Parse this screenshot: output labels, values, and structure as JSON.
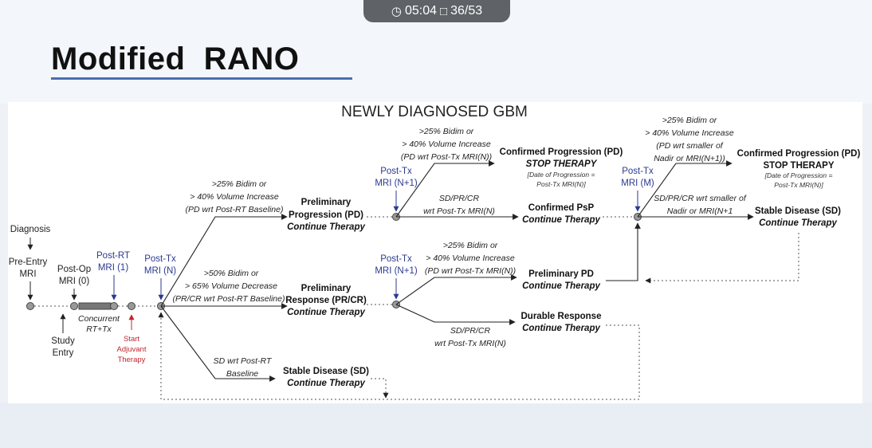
{
  "timer": {
    "time": "05:04",
    "slide_counter": "36/53"
  },
  "slide": {
    "title": "Modified  RANO"
  },
  "diagram": {
    "heading": "NEWLY DIAGNOSED GBM",
    "timeline": {
      "diagnosis": "Diagnosis",
      "pre_entry": [
        "Pre-Entry",
        "MRI"
      ],
      "post_op": [
        "Post-Op",
        "MRI (0)"
      ],
      "post_rt": [
        "Post-RT",
        "MRI (1)"
      ],
      "post_tx_n": [
        "Post-Tx",
        "MRI (N)"
      ],
      "concurrent": [
        "Concurrent",
        "RT+Tx"
      ],
      "study_entry": [
        "Study",
        "Entry"
      ],
      "start_adjuvant": [
        "Start",
        "Adjuvant",
        "Therapy"
      ]
    },
    "branches": {
      "pd_criteria": [
        ">25% Bidim or",
        "> 40% Volume Increase",
        "(PD wrt Post-RT Baseline)"
      ],
      "response_criteria": [
        ">50% Bidim or",
        "> 65% Volume Decrease",
        "(PR/CR wrt Post-RT Baseline)"
      ],
      "sd_criteria": [
        "SD wrt Post-RT",
        "Baseline"
      ]
    },
    "outcomes": {
      "prelim_progression": [
        "Preliminary",
        "Progression (PD)",
        "Continue Therapy"
      ],
      "prelim_response": [
        "Preliminary",
        "Response (PR/CR)",
        "Continue Therapy"
      ],
      "stable_disease_1": [
        "Stable Disease (SD)",
        "Continue Therapy"
      ],
      "post_tx_n1_upper": [
        "Post-Tx",
        "MRI (N+1)"
      ],
      "post_tx_n1_lower": [
        "Post-Tx",
        "MRI (N+1)"
      ],
      "upper_pd_criteria": [
        ">25% Bidim or",
        "> 40% Volume Increase",
        "(PD wrt Post-Tx MRI(N))"
      ],
      "confirmed_progression_1": [
        "Confirmed Progression (PD)",
        "STOP THERAPY",
        "[Date of Progression =",
        "Post-Tx MRI(N)]"
      ],
      "sd_pr_cr_upper": [
        "SD/PR/CR",
        "wrt Post-Tx MRI(N)"
      ],
      "confirmed_psp": [
        "Confirmed PsP",
        "Continue Therapy"
      ],
      "lower_pd_criteria": [
        ">25% Bidim or",
        "> 40% Volume Increase",
        "(PD wrt Post-Tx MRI(N))"
      ],
      "prelim_pd": [
        "Preliminary PD",
        "Continue Therapy"
      ],
      "sd_pr_cr_lower": [
        "SD/PR/CR",
        "wrt Post-Tx MRI(N)"
      ],
      "durable_response": [
        "Durable Response",
        "Continue Therapy"
      ],
      "post_tx_m": [
        "Post-Tx",
        "MRI (M)"
      ],
      "m_pd_criteria": [
        ">25% Bidim or",
        "> 40% Volume Increase",
        "(PD wrt smaller of",
        "Nadir or MRI(N+1))"
      ],
      "confirmed_progression_2": [
        "Confirmed Progression (PD)",
        "STOP THERAPY",
        "[Date of Progression =",
        "Post-Tx MRI(N)]"
      ],
      "m_sd_criteria": [
        "SD/PR/CR wrt smaller of",
        "Nadir or MRI(N+1"
      ],
      "stable_disease_2": [
        "Stable Disease (SD)",
        "Continue Therapy"
      ]
    }
  },
  "colors": {
    "accent_underline": "#4a6fb0",
    "mri_blue": "#2b3a8f",
    "therapy_red": "#c0262d",
    "pill": "#5f6266"
  }
}
